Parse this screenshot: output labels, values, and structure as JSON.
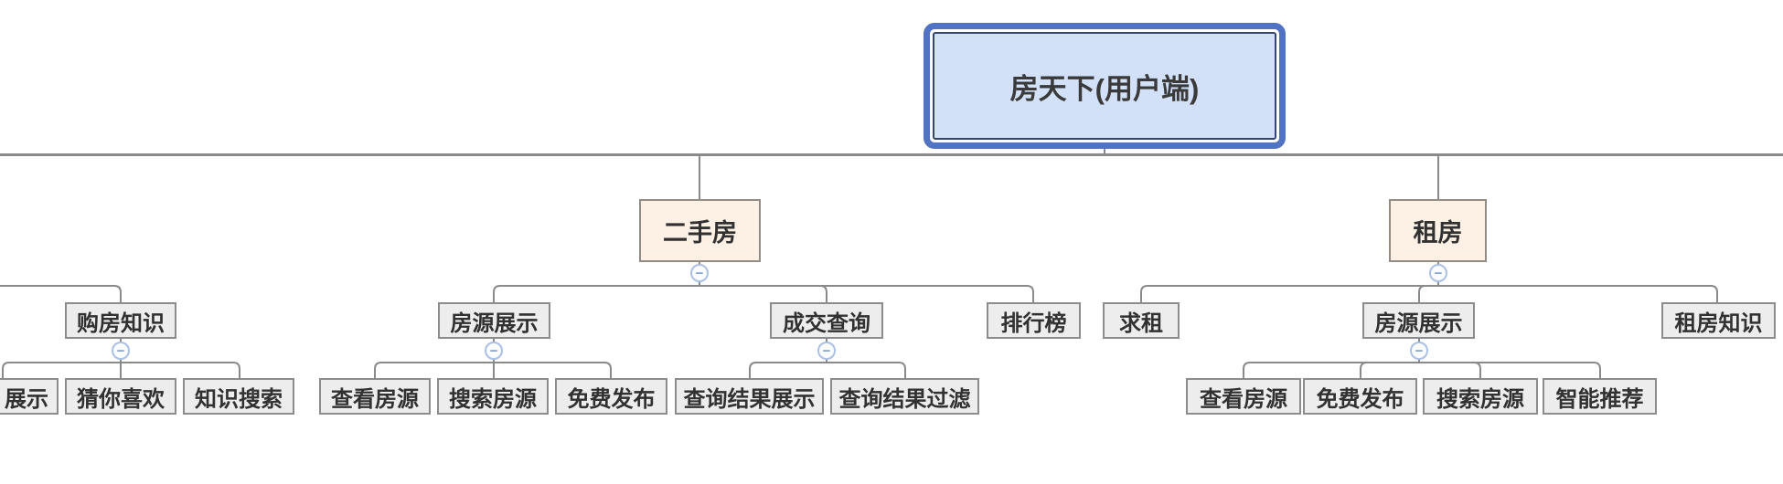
{
  "root": {
    "label": "房天下(用户端)"
  },
  "level1": {
    "second_hand": "二手房",
    "rent": "租房"
  },
  "level2": {
    "buy_knowledge": "购房知识",
    "listing_display_left": "房源展示",
    "deal_query": "成交查询",
    "ranking": "排行榜",
    "seek_rent": "求租",
    "listing_display_right": "房源展示",
    "rent_knowledge": "租房知识"
  },
  "level3": {
    "clipped_display": "展示",
    "guess_you_like": "猜你喜欢",
    "knowledge_search": "知识搜索",
    "view_listing_left": "查看房源",
    "search_listing_left": "搜索房源",
    "free_publish_left": "免费发布",
    "query_result_display": "查询结果展示",
    "query_result_filter": "查询结果过滤",
    "view_listing_right": "查看房源",
    "free_publish_right": "免费发布",
    "search_listing_right": "搜索房源",
    "smart_recommend": "智能推荐"
  },
  "icons": {
    "collapse": "−"
  },
  "colors": {
    "root_fill": "#d2e1f8",
    "root_border": "#35466b",
    "selection_ring": "#5073c4",
    "branch_fill": "#fdf1e6",
    "node_fill": "#ededed",
    "node_border": "#8c8c8c",
    "wire": "#8a8a8a",
    "collapse_border": "#abc0e5",
    "collapse_glyph": "#7e9ed9",
    "text": "#313131"
  }
}
